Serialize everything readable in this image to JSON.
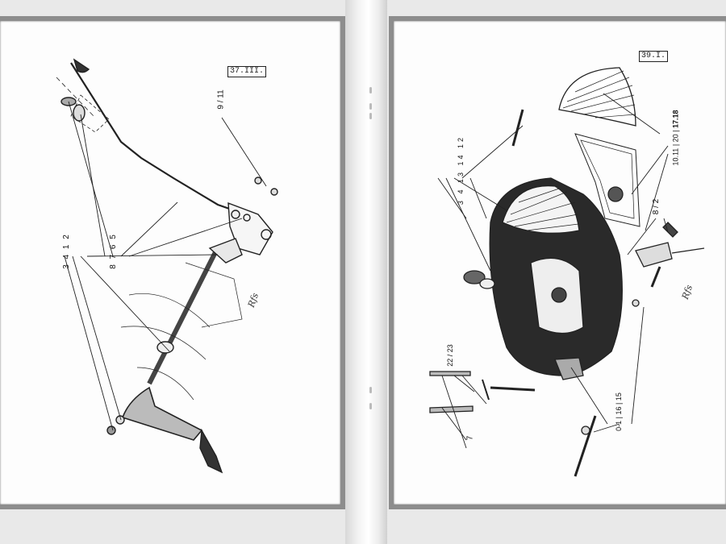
{
  "left_page": {
    "ref_number": "37.III.",
    "callouts": {
      "group_9_11": [
        "9",
        "11"
      ],
      "group_3_4_1_2": [
        "3",
        "4",
        "1",
        "2"
      ],
      "group_8_7_6_5": [
        "8",
        "7",
        "6",
        "5"
      ]
    },
    "initials": "Rfs"
  },
  "right_page": {
    "ref_number": "39.I.",
    "callouts": {
      "top_group": [
        "3",
        "4",
        "13",
        "14",
        "12"
      ],
      "mid_group": [
        "10.11",
        "20",
        "17.18"
      ],
      "tap_group": [
        "8",
        "2"
      ],
      "bolt_group": [
        "22",
        "23"
      ],
      "bottom_group": [
        "0-1",
        "16",
        "15"
      ],
      "lone": "7"
    },
    "initials": "Rfs"
  }
}
